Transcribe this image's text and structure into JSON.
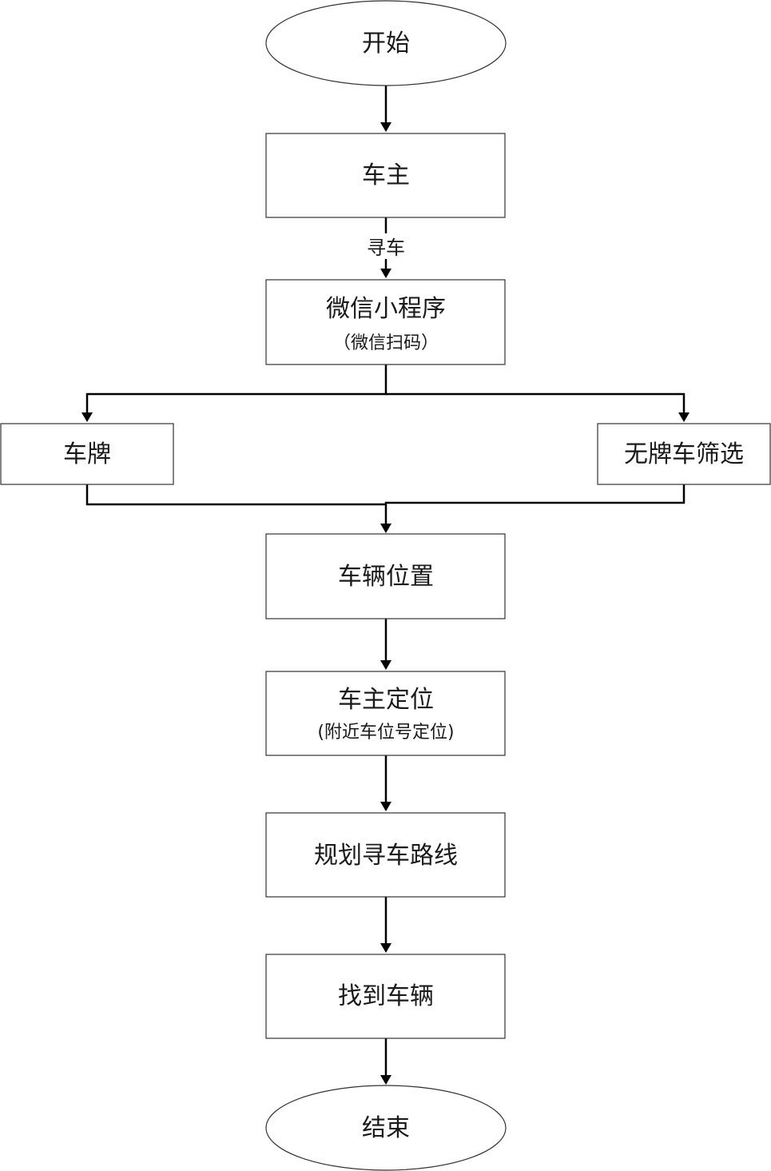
{
  "nodes": {
    "start": {
      "label": "开始"
    },
    "owner": {
      "label": "车主"
    },
    "miniprogram": {
      "label": "微信小程序",
      "sub": "（微信扫码）"
    },
    "plate": {
      "label": "车牌"
    },
    "no_plate": {
      "label": "无牌车筛选"
    },
    "vehicle_position": {
      "label": "车辆位置"
    },
    "owner_locate": {
      "label": "车主定位",
      "sub": "(附近车位号定位)"
    },
    "route": {
      "label": "规划寻车路线"
    },
    "found": {
      "label": "找到车辆"
    },
    "end": {
      "label": "结束"
    }
  },
  "edges": {
    "search_car_label": "寻车"
  }
}
